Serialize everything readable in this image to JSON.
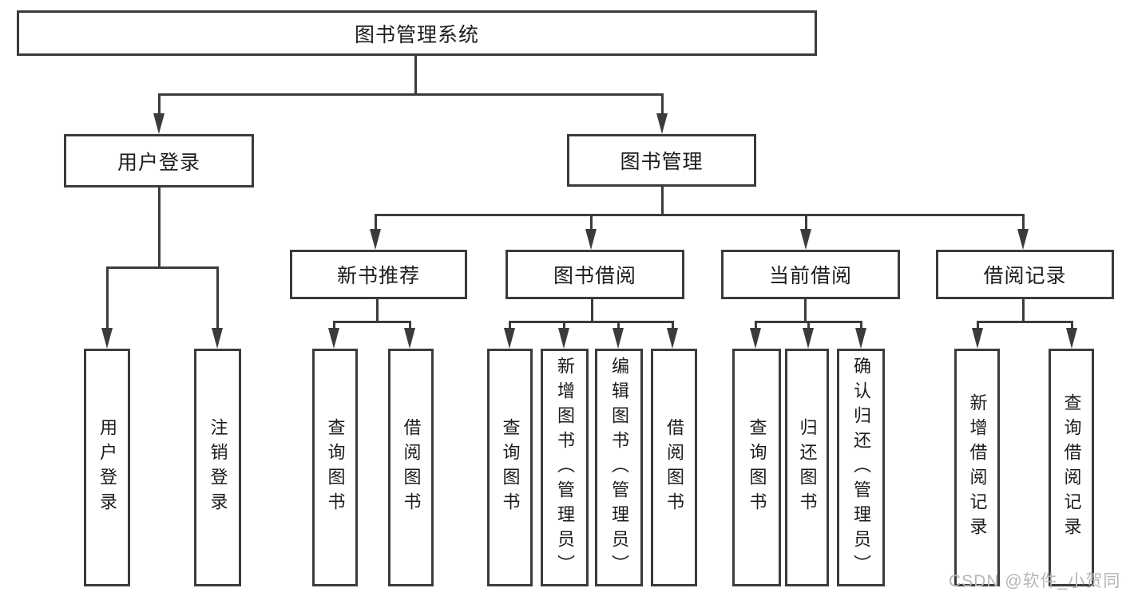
{
  "colors": {
    "line": "#3b3b3b",
    "text": "#1c1c1c",
    "watermark": "#b6b6b6",
    "background": "#ffffff"
  },
  "tree": {
    "root": {
      "label": "图书管理系统"
    },
    "branches": [
      {
        "label": "用户登录",
        "children": [
          {
            "label": "用户登录"
          },
          {
            "label": "注销登录"
          }
        ]
      },
      {
        "label": "图书管理",
        "children": [
          {
            "label": "新书推荐",
            "children": [
              {
                "label": "查询图书"
              },
              {
                "label": "借阅图书"
              }
            ]
          },
          {
            "label": "图书借阅",
            "children": [
              {
                "label": "查询图书"
              },
              {
                "label": "新增图书（管理员）"
              },
              {
                "label": "编辑图书（管理员）"
              },
              {
                "label": "借阅图书"
              }
            ]
          },
          {
            "label": "当前借阅",
            "children": [
              {
                "label": "查询图书"
              },
              {
                "label": "归还图书"
              },
              {
                "label": "确认归还（管理员）"
              }
            ]
          },
          {
            "label": "借阅记录",
            "children": [
              {
                "label": "新增借阅记录"
              },
              {
                "label": "查询借阅记录"
              }
            ]
          }
        ]
      }
    ]
  },
  "watermark": "CSDN @软件_小贺同学"
}
